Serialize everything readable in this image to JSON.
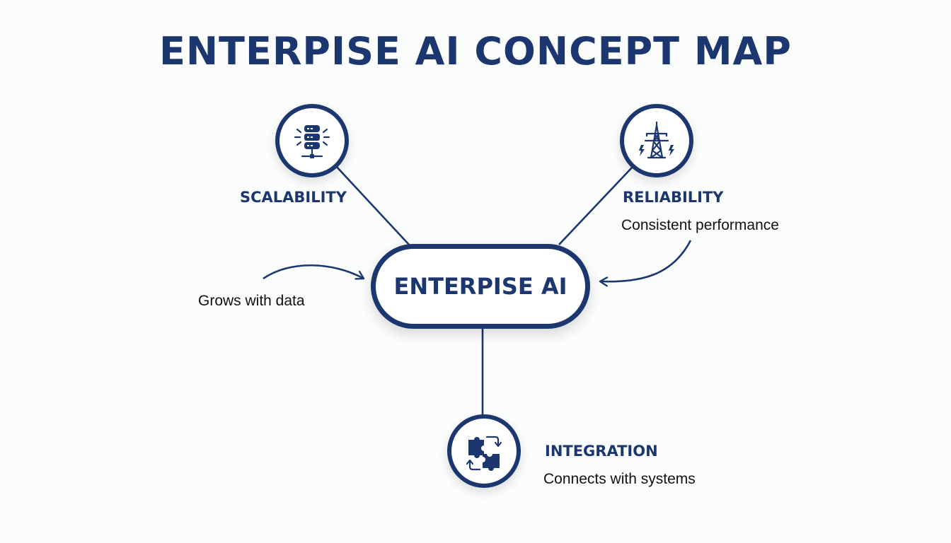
{
  "title": "ENTERPISE AI CONCEPT MAP",
  "colors": {
    "primary": "#1c3670",
    "text": "#111111",
    "background": "#fbfcfc"
  },
  "central_node": {
    "label": "ENTERPISE AI"
  },
  "nodes": [
    {
      "id": "scalability",
      "label": "SCALABILITY",
      "description": "Grows with data",
      "icon": "database-server-icon"
    },
    {
      "id": "reliability",
      "label": "RELIABILITY",
      "description": "Consistent performance",
      "icon": "power-tower-icon"
    },
    {
      "id": "integration",
      "label": "INTEGRATION",
      "description": "Connects with systems",
      "icon": "puzzle-pieces-icon"
    }
  ]
}
